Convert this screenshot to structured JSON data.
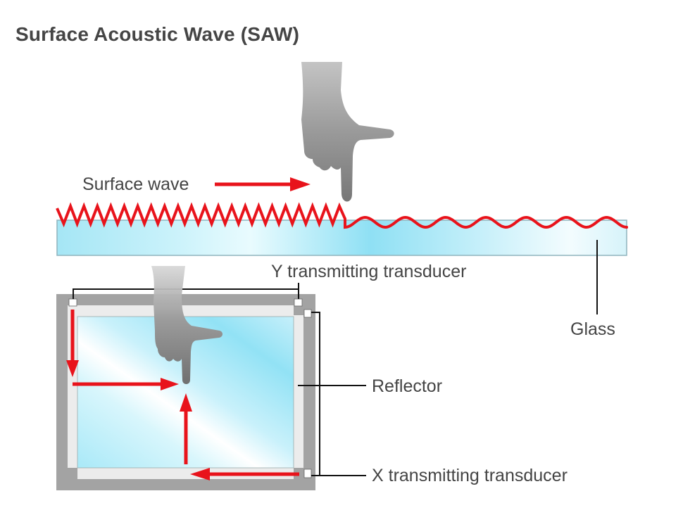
{
  "title": "Surface Acoustic Wave (SAW)",
  "labels": {
    "surface_wave": "Surface wave",
    "glass": "Glass",
    "y_transducer": "Y transmitting transducer",
    "reflector": "Reflector",
    "x_transducer": "X transmitting transducer"
  },
  "colors": {
    "wave_red": "#e8131b",
    "glass_blue": "#9fe6f6",
    "frame_gray": "#a3a3a3",
    "reflector_light": "#ececec",
    "hand_gray": "#8a8a8a",
    "leader_black": "#111111",
    "text": "#444444"
  },
  "icons": {
    "top_hand": "pointing-hand-icon",
    "panel_hand": "pointing-hand-icon"
  }
}
